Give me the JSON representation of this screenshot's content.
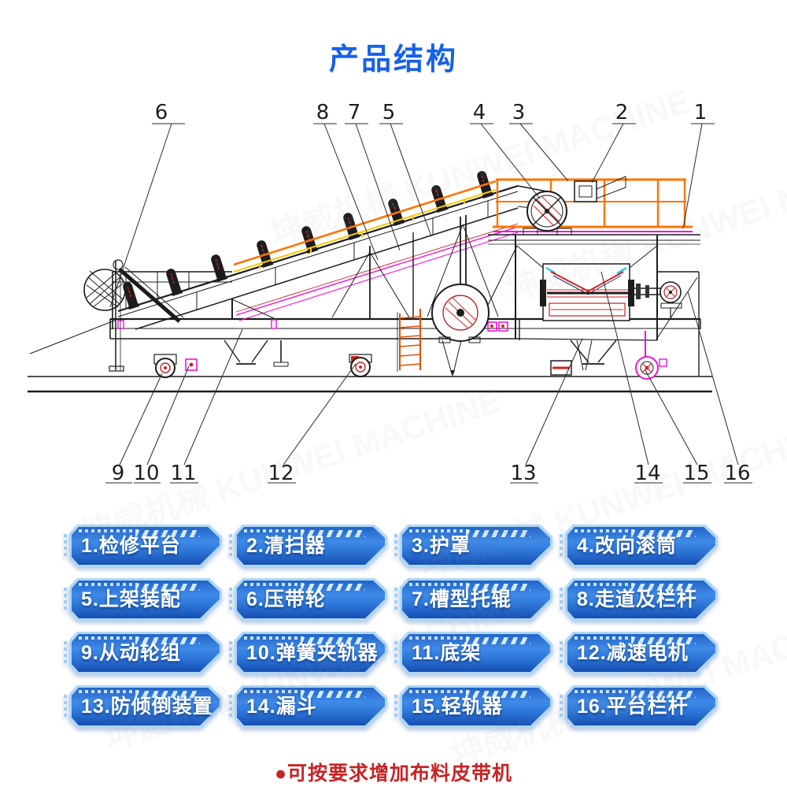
{
  "page": {
    "title": "产品结构",
    "footer_note": "●可按要求增加布料皮带机",
    "watermark": "坤威机械 KUNWEI MACHINE"
  },
  "colors": {
    "title_blue": "#1761e8",
    "button_blue_dark": "#164fb2",
    "button_blue_light": "#3f8ae8",
    "button_frame": "#aed7f7",
    "footer_red": "#c62525",
    "diagram_orange": "#ff7300",
    "diagram_yellow": "#ffc800",
    "diagram_magenta": "#f012d8",
    "diagram_red": "#d42020",
    "diagram_cyan": "#27c8dc",
    "line_black": "#1c1c1c"
  },
  "diagram": {
    "callouts": [
      "6",
      "8",
      "7",
      "5",
      "4",
      "3",
      "2",
      "1",
      "9",
      "10",
      "11",
      "12",
      "13",
      "14",
      "15",
      "16"
    ]
  },
  "parts": [
    {
      "label": "1.检修平台"
    },
    {
      "label": "2.清扫器"
    },
    {
      "label": "3.护罩"
    },
    {
      "label": "4.改向滚筒"
    },
    {
      "label": "5.上架装配"
    },
    {
      "label": "6.压带轮"
    },
    {
      "label": "7.槽型托辊"
    },
    {
      "label": "8.走道及栏杆"
    },
    {
      "label": "9.从动轮组"
    },
    {
      "label": "10.弹簧夹轨器"
    },
    {
      "label": "11.底架"
    },
    {
      "label": "12.减速电机"
    },
    {
      "label": "13.防倾倒装置"
    },
    {
      "label": "14.漏斗"
    },
    {
      "label": "15.轻轨器"
    },
    {
      "label": "16.平台栏杆"
    }
  ]
}
